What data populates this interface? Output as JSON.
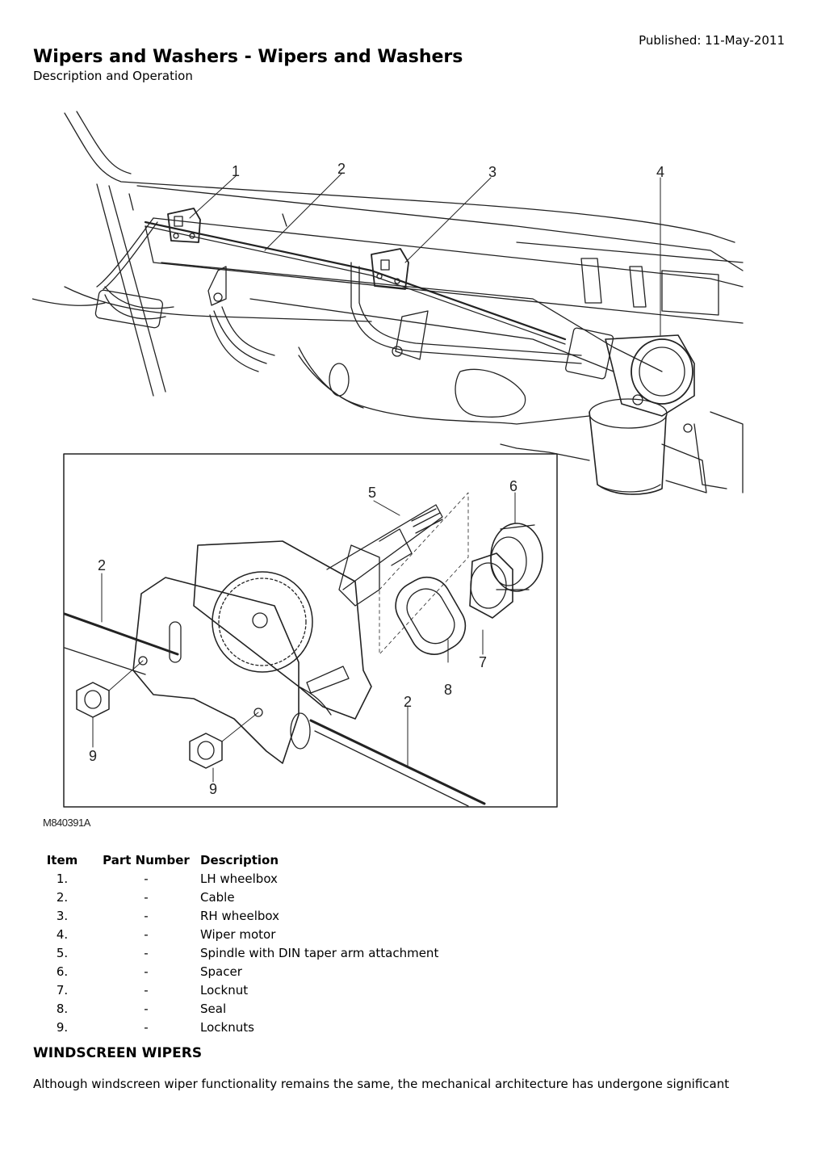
{
  "header": {
    "published": "Published: 11-May-2011",
    "title": "Wipers and Washers - Wipers and Washers",
    "subtitle": "Description and Operation"
  },
  "figure": {
    "id": "M840391A",
    "callouts": [
      "1",
      "2",
      "3",
      "4",
      "5",
      "6",
      "2",
      "7",
      "8",
      "2",
      "9",
      "9"
    ]
  },
  "parts_table": {
    "headers": [
      "Item",
      "Part Number",
      "Description"
    ],
    "rows": [
      {
        "item": "1.",
        "part": "-",
        "desc": "LH wheelbox"
      },
      {
        "item": "2.",
        "part": "-",
        "desc": "Cable"
      },
      {
        "item": "3.",
        "part": "-",
        "desc": "RH wheelbox"
      },
      {
        "item": "4.",
        "part": "-",
        "desc": "Wiper motor"
      },
      {
        "item": "5.",
        "part": "-",
        "desc": "Spindle with DIN taper arm attachment"
      },
      {
        "item": "6.",
        "part": "-",
        "desc": "Spacer"
      },
      {
        "item": "7.",
        "part": "-",
        "desc": "Locknut"
      },
      {
        "item": "8.",
        "part": "-",
        "desc": "Seal"
      },
      {
        "item": "9.",
        "part": "-",
        "desc": "Locknuts"
      }
    ]
  },
  "section": {
    "heading": "WINDSCREEN WIPERS",
    "text": "Although windscreen wiper functionality remains the same, the mechanical architecture has undergone significant"
  }
}
